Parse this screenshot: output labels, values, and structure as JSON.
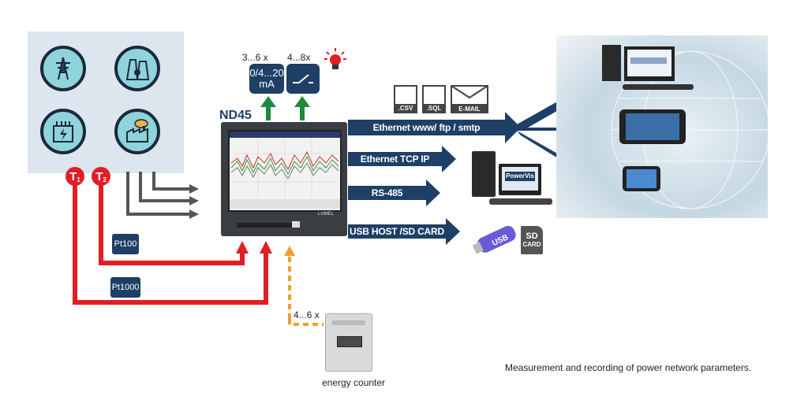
{
  "device": {
    "name": "ND45",
    "brand": "LUMEL"
  },
  "outputs": {
    "analog": {
      "count": "3...6 x",
      "label_top": "0/4...20",
      "label_bottom": "mA"
    },
    "relay": {
      "count": "4...8x"
    }
  },
  "sensors": {
    "t1": "T",
    "t1_sub": "1",
    "t2": "T",
    "t2_sub": "2",
    "pt100": "Pt100",
    "pt1000": "Pt1000"
  },
  "pulse_input": {
    "count": "4...6 x",
    "energy_counter": "energy counter"
  },
  "files": {
    "csv": ".CSV",
    "sql": ".SQL",
    "email": "E-MAIL"
  },
  "connections": {
    "ethernet_www": "Ethernet www/ ftp / smtp",
    "ethernet_tcp": "Ethernet TCP IP",
    "rs485": "RS-485",
    "usb_sd": "USB HOST /SD CARD"
  },
  "software": {
    "powervis": "PowerVis"
  },
  "storage": {
    "usb": "USB",
    "sd_top": "SD",
    "sd_bottom": "CARD"
  },
  "caption": "Measurement and recording of power network parameters.",
  "colors": {
    "navy": "#1e3f66",
    "red": "#e01e25",
    "green": "#1e8a3c",
    "orange": "#f0a030",
    "gray": "#555555"
  },
  "icons": [
    "power-tower-icon",
    "power-plant-icon",
    "transformer-icon",
    "factory-icon",
    "alarm-lamp-icon"
  ]
}
